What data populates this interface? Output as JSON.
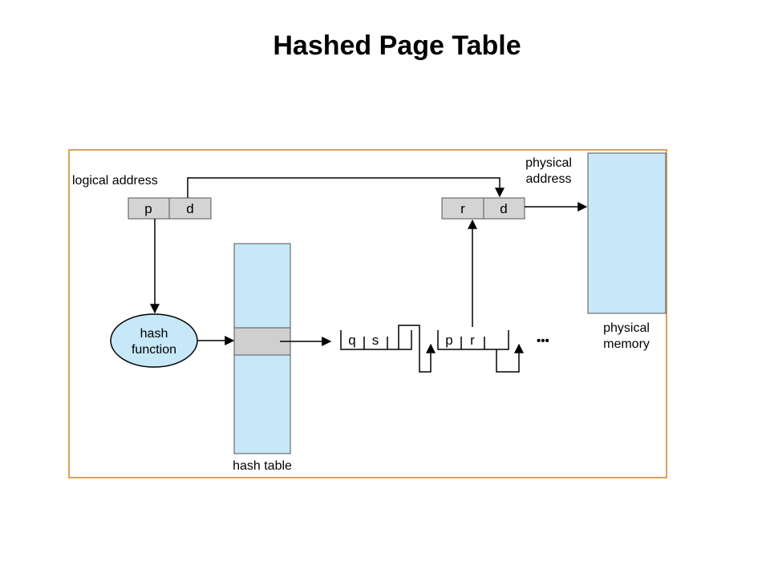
{
  "title": "Hashed Page Table",
  "labels": {
    "logical_address": "logical address",
    "physical_address_line1": "physical",
    "physical_address_line2": "address",
    "hash_function_line1": "hash",
    "hash_function_line2": "function",
    "hash_table": "hash table",
    "physical_memory_line1": "physical",
    "physical_memory_line2": "memory",
    "ellipsis": "•••"
  },
  "logical_address_fields": [
    "p",
    "d"
  ],
  "physical_address_fields": [
    "r",
    "d"
  ],
  "chain": [
    {
      "page": "q",
      "frame": "s"
    },
    {
      "page": "p",
      "frame": "r"
    }
  ],
  "colors": {
    "frame_border": "#d8a35a",
    "field_fill": "#d4d4d4",
    "memory_fill": "#c6e8f8",
    "entry_fill": "#cfcfcf"
  }
}
